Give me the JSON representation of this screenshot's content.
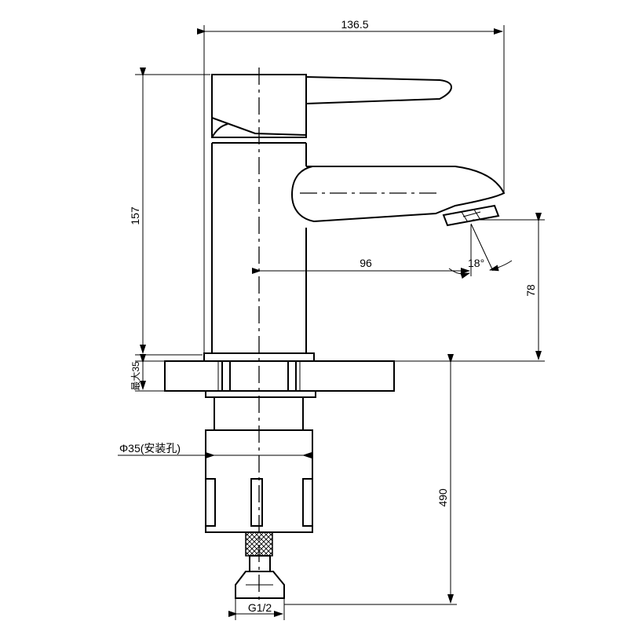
{
  "dimensions": {
    "total_width": "136.5",
    "total_height": "157",
    "spout_reach": "96",
    "spout_height": "78",
    "angle": "18°",
    "max_thickness": "最大35",
    "mount_hole": "Φ35(安装孔)",
    "hose_length": "490",
    "thread": "G1/2"
  }
}
